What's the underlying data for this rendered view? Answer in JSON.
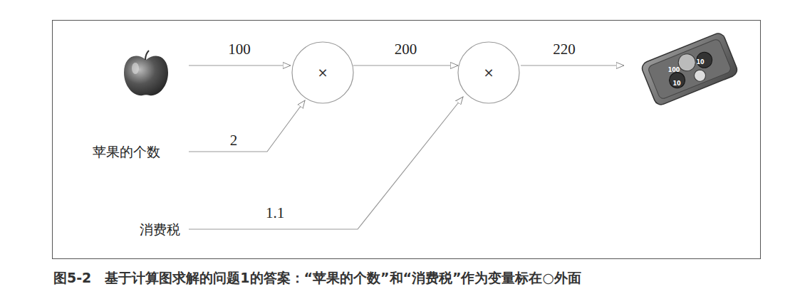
{
  "diagram": {
    "caption": "图5-2　基于计算图求解的问题1的答案：“苹果的个数”和“消费税”作为变量标在○外面",
    "nodes": [
      {
        "text": [
          "×"
        ]
      },
      {
        "text": [
          "×"
        ]
      }
    ],
    "edges": [
      {
        "from": 0,
        "to": 1,
        "arrow": "to",
        "label": "200"
      }
    ],
    "labels": [
      "100",
      "220",
      "苹果的个数",
      "2",
      "消费税",
      "1.1",
      "100",
      "10",
      "10"
    ]
  }
}
